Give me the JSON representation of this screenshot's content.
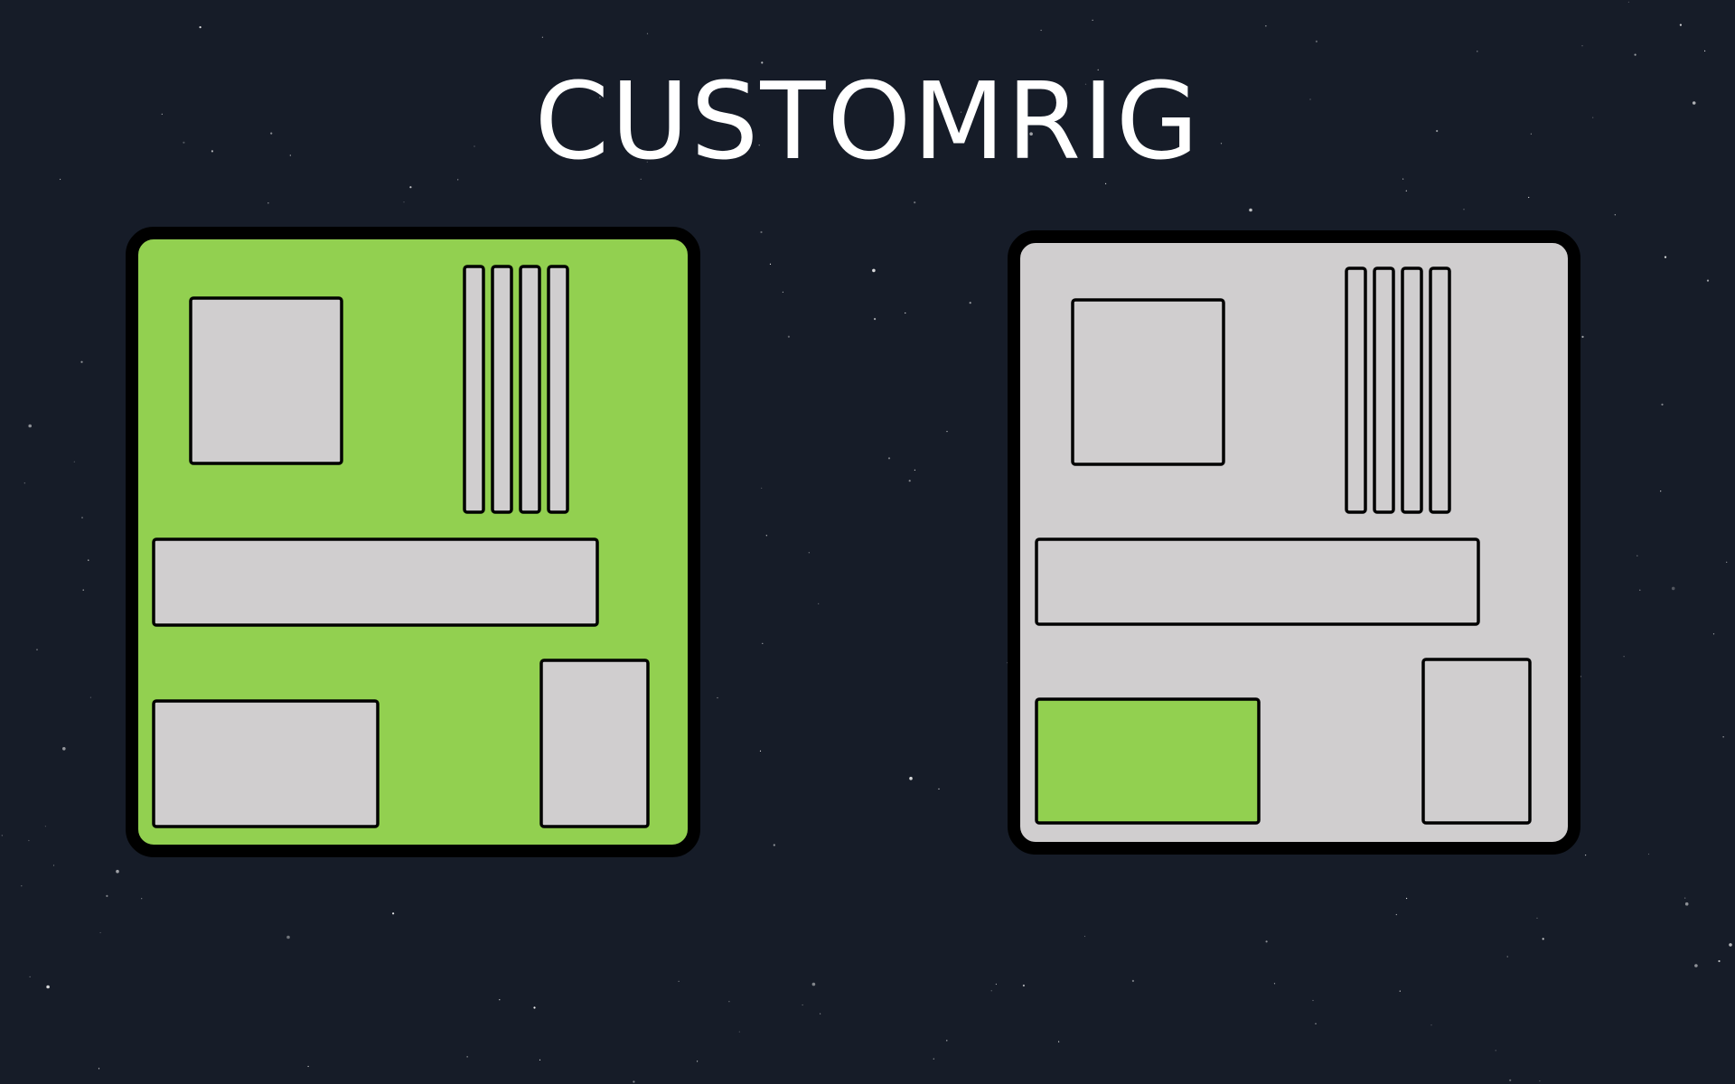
{
  "title": "CUSTOMRIG",
  "colors": {
    "background": "#161c28",
    "board_outline": "#000000",
    "highlight": "#92d050",
    "part_fill": "#d0cecf",
    "title_text": "#ffffff"
  },
  "boards": [
    {
      "name": "left-board",
      "highlighted_part": "motherboard",
      "board_color": "#92d050"
    },
    {
      "name": "right-board",
      "highlighted_part": "power-supply",
      "board_color": "#d0cecf"
    }
  ]
}
